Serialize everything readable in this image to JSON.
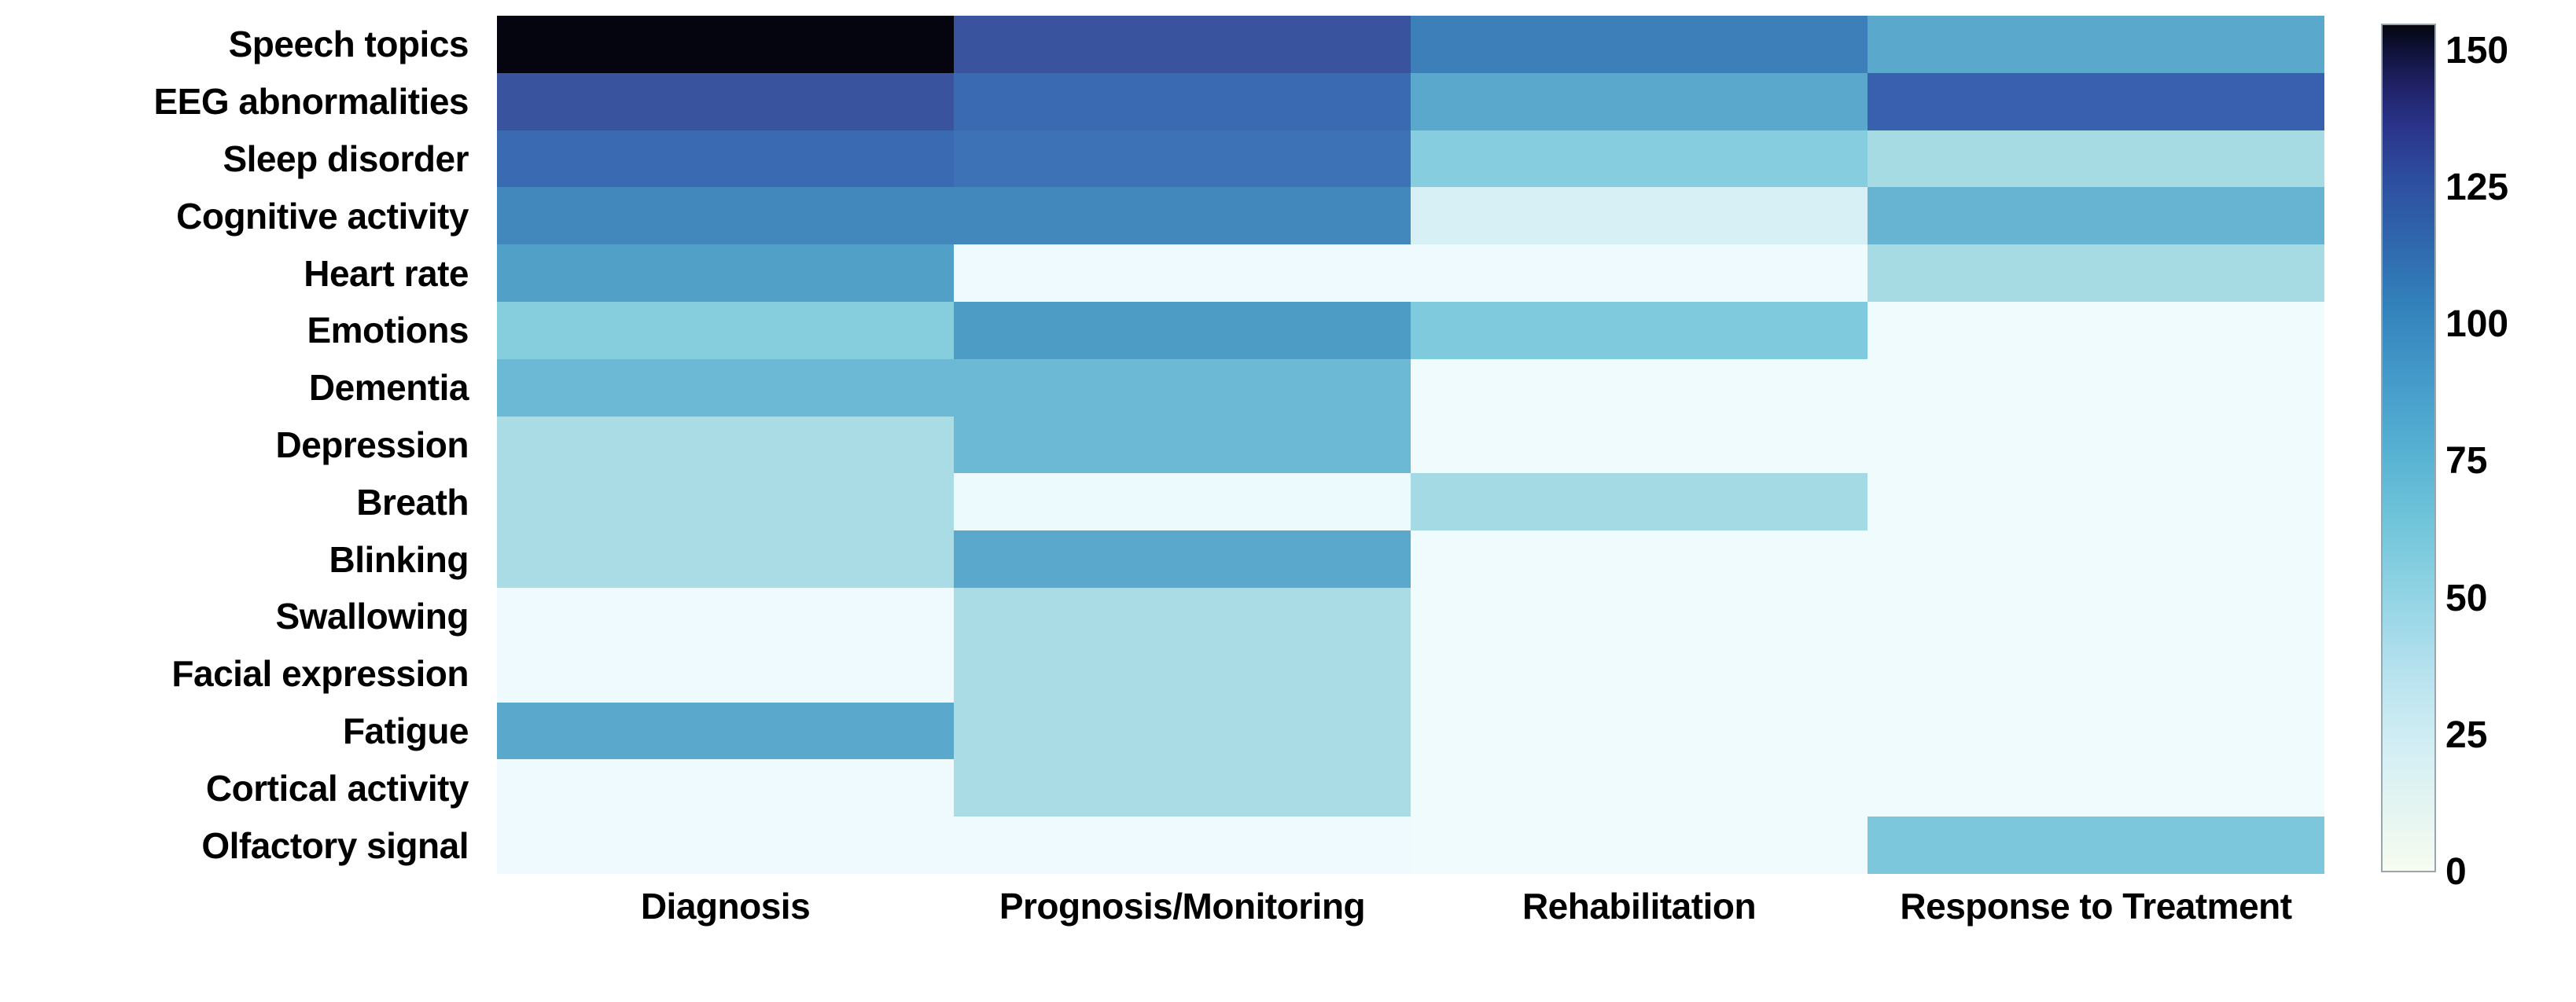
{
  "chart_data": {
    "type": "heatmap",
    "title": "",
    "xlabel": "",
    "ylabel": "",
    "grid": false,
    "legend_position": "right",
    "colormap": "GnBu",
    "colorbar": {
      "ticks": [
        "0",
        "25",
        "50",
        "75",
        "100",
        "125",
        "150"
      ],
      "tick_values": [
        0,
        25,
        50,
        75,
        100,
        125,
        150
      ],
      "vmin": 0,
      "vmax": 155,
      "orientation": "vertical",
      "low_color": "#f7fcf0",
      "high_color": "#05060f"
    },
    "categories": [
      "Diagnosis",
      "Prognosis/Monitoring",
      "Rehabilitation",
      "Response to Treatment"
    ],
    "rows": [
      "Speech topics",
      "EEG abnormalities",
      "Sleep disorder",
      "Cognitive activity",
      "Heart rate",
      "Emotions",
      "Dementia",
      "Depression",
      "Breath",
      "Blinking",
      "Swallowing",
      "Facial expression",
      "Fatigue",
      "Cortical activity",
      "Olfactory signal"
    ],
    "values": [
      [
        152,
        100,
        72,
        52
      ],
      [
        100,
        93,
        55,
        96
      ],
      [
        92,
        86,
        40,
        28
      ],
      [
        70,
        70,
        17,
        50
      ],
      [
        58,
        3,
        3,
        30
      ],
      [
        38,
        62,
        42,
        0
      ],
      [
        48,
        48,
        2,
        0
      ],
      [
        28,
        48,
        2,
        0
      ],
      [
        28,
        4,
        32,
        0
      ],
      [
        28,
        56,
        1,
        0
      ],
      [
        3,
        30,
        0,
        0
      ],
      [
        3,
        30,
        0,
        0
      ],
      [
        50,
        30,
        0,
        0
      ],
      [
        2,
        30,
        0,
        0
      ],
      [
        3,
        3,
        0,
        45
      ]
    ],
    "cell_colors": [
      [
        "#04050f",
        "#3a539e",
        "#3d7fb9",
        "#5aa8cb"
      ],
      [
        "#3a539e",
        "#3a6bb2",
        "#5aa8cb",
        "#3860ae"
      ],
      [
        "#3a6bb2",
        "#3d73b6",
        "#85cddf",
        "#a6dbe3"
      ],
      [
        "#4288bd",
        "#4288bd",
        "#d6f0f6",
        "#66b4d2"
      ],
      [
        "#51a0c8",
        "#eefafd",
        "#eefafd",
        "#a6dbe3"
      ],
      [
        "#86cede",
        "#4c9cc6",
        "#80cadd",
        "#effbfd"
      ],
      [
        "#6bb9d5",
        "#6bb9d5",
        "#effbfd",
        "#effbfd"
      ],
      [
        "#a9dce4",
        "#6bb9d5",
        "#effbfd",
        "#effbfd"
      ],
      [
        "#a9dce4",
        "#edfafd",
        "#a4dae3",
        "#effbfd"
      ],
      [
        "#a9dce4",
        "#5aa8cb",
        "#effbfd",
        "#effbfd"
      ],
      [
        "#eefafd",
        "#a9dce4",
        "#effbfd",
        "#effbfd"
      ],
      [
        "#eefafd",
        "#a9dce4",
        "#effbfd",
        "#effbfd"
      ],
      [
        "#5aa8cb",
        "#a9dce4",
        "#effbfd",
        "#effbfd"
      ],
      [
        "#eefafd",
        "#a9dce4",
        "#effbfd",
        "#effbfd"
      ],
      [
        "#eefafd",
        "#eefafd",
        "#effbfd",
        "#7cc7db"
      ]
    ]
  }
}
